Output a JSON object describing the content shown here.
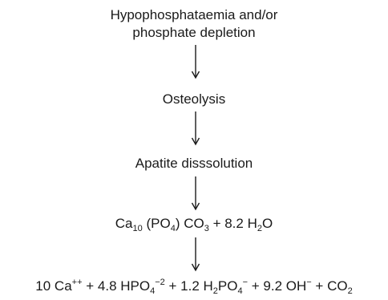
{
  "nodes": {
    "depletion": {
      "line1": "Hypophosphataemia and/or",
      "line2": "phosphate depletion"
    },
    "osteolysis": "Osteolysis",
    "dissolution": "Apatite disssolution",
    "apatite": {
      "ca": "Ca",
      "ca_sub": "10",
      "po": " (PO",
      "po_sub": "4",
      "co": ") CO",
      "co_sub": "3",
      "rest": " + 8.2 H",
      "h2o_sub": "2",
      "o": "O"
    },
    "products": {
      "t1": "10 Ca",
      "t1_sup": "++",
      "t2": " + 4.8 HPO",
      "t2_sub": "4",
      "t2_sup": "−2",
      "t3": " + 1.2 H",
      "t3_sub": "2",
      "t3b": "PO",
      "t3b_sub": "4",
      "t3b_sup": "−",
      "t4": " + 9.2 OH",
      "t4_sup": "−",
      "t5": " + CO",
      "t5_sub": "2"
    }
  }
}
